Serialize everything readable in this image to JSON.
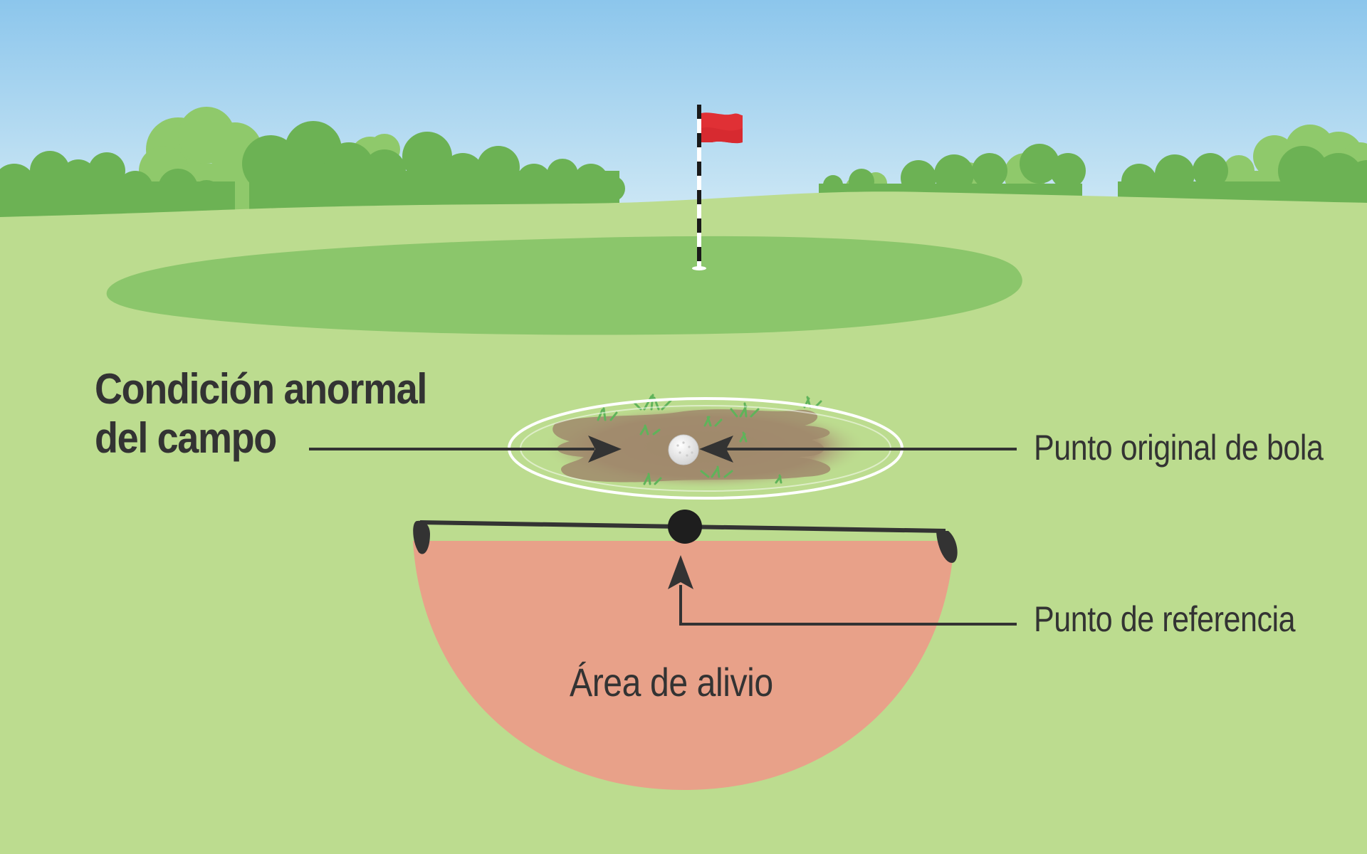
{
  "labels": {
    "abnormal_condition_line1": "Condición anormal",
    "abnormal_condition_line2": "del campo",
    "original_ball_spot": "Punto original de bola",
    "reference_point": "Punto de referencia",
    "relief_area": "Área de alivio"
  },
  "colors": {
    "sky_top": "#8cc6ec",
    "sky_bottom": "#d6ecf6",
    "fairway": "#bcdc8f",
    "green": "#8bc66b",
    "trees_dark": "#6cb254",
    "trees_light": "#8fc96b",
    "mud": "#a08a6c",
    "relief_area": "#e8a189",
    "flag": "#e03035",
    "text": "#333333",
    "white_outline": "#ffffff"
  },
  "icons": [
    "flag-icon",
    "golf-ball-icon",
    "grass-tuft-icon"
  ]
}
